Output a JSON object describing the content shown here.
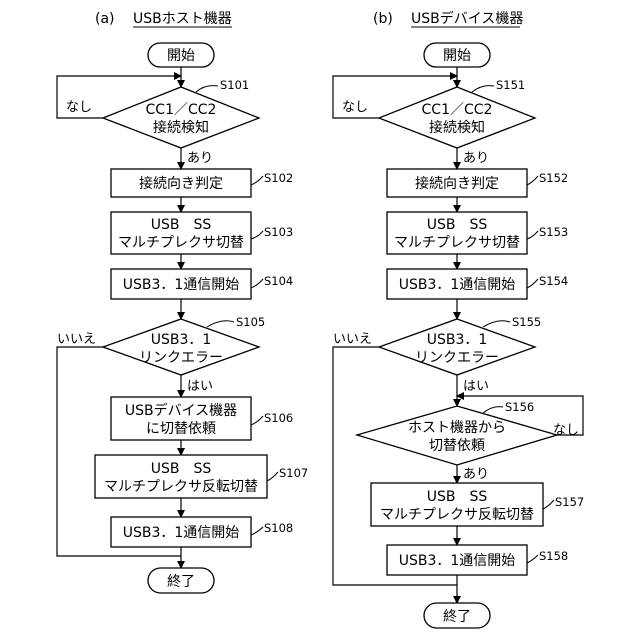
{
  "figure": {
    "panel_a": {
      "label": "(a)",
      "title": "USBホスト機器",
      "start": "開始",
      "end": "終了",
      "nodes": {
        "s101": {
          "lines": [
            "CC1／CC2",
            "接続検知"
          ],
          "ref": "S101"
        },
        "s102": {
          "lines": [
            "接続向き判定"
          ],
          "ref": "S102"
        },
        "s103": {
          "lines": [
            "USB　SS",
            "マルチプレクサ切替"
          ],
          "ref": "S103"
        },
        "s104": {
          "lines": [
            "USB3．1通信開始"
          ],
          "ref": "S104"
        },
        "s105": {
          "lines": [
            "USB3．1",
            "リンクエラー"
          ],
          "ref": "S105"
        },
        "s106": {
          "lines": [
            "USBデバイス機器",
            "に切替依頼"
          ],
          "ref": "S106"
        },
        "s107": {
          "lines": [
            "USB　SS",
            "マルチプレクサ反転切替"
          ],
          "ref": "S107"
        },
        "s108": {
          "lines": [
            "USB3．1通信開始"
          ],
          "ref": "S108"
        }
      },
      "edges": {
        "no_detect": "なし",
        "yes_detect": "あり",
        "no_error": "いいえ",
        "yes_error": "はい"
      }
    },
    "panel_b": {
      "label": "(b)",
      "title": "USBデバイス機器",
      "start": "開始",
      "end": "終了",
      "nodes": {
        "s151": {
          "lines": [
            "CC1／CC2",
            "接続検知"
          ],
          "ref": "S151"
        },
        "s152": {
          "lines": [
            "接続向き判定"
          ],
          "ref": "S152"
        },
        "s153": {
          "lines": [
            "USB　SS",
            "マルチプレクサ切替"
          ],
          "ref": "S153"
        },
        "s154": {
          "lines": [
            "USB3．1通信開始"
          ],
          "ref": "S154"
        },
        "s155": {
          "lines": [
            "USB3．1",
            "リンクエラー"
          ],
          "ref": "S155"
        },
        "s156": {
          "lines": [
            "ホスト機器から",
            "切替依頼"
          ],
          "ref": "S156"
        },
        "s157": {
          "lines": [
            "USB　SS",
            "マルチプレクサ反転切替"
          ],
          "ref": "S157"
        },
        "s158": {
          "lines": [
            "USB3．1通信開始"
          ],
          "ref": "S158"
        }
      },
      "edges": {
        "no_detect": "なし",
        "yes_detect": "あり",
        "no_error": "いいえ",
        "yes_error": "はい",
        "no_request": "なし",
        "yes_request": "あり"
      }
    }
  }
}
